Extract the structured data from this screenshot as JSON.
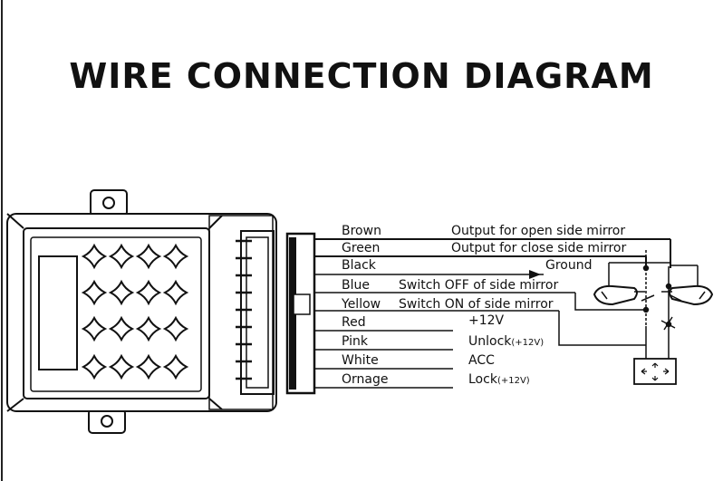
{
  "title": "WIRE CONNECTION DIAGRAM",
  "wires": [
    {
      "label": "Brown",
      "function": "Output for open side mirror"
    },
    {
      "label": "Green",
      "function": "Output for close side mirror"
    },
    {
      "label": "Black",
      "function": "Ground"
    },
    {
      "label": "Blue",
      "function": "Switch OFF of side mirror"
    },
    {
      "label": "Yellow",
      "function": "Switch ON of side mirror"
    },
    {
      "label": "Red",
      "function": "+12V"
    },
    {
      "label": "Pink",
      "function": "Unlock",
      "suffix": "(+12V)"
    },
    {
      "label": "White",
      "function": "ACC"
    },
    {
      "label": "Ornage",
      "function": "Lock",
      "suffix": "(+12V)"
    }
  ]
}
